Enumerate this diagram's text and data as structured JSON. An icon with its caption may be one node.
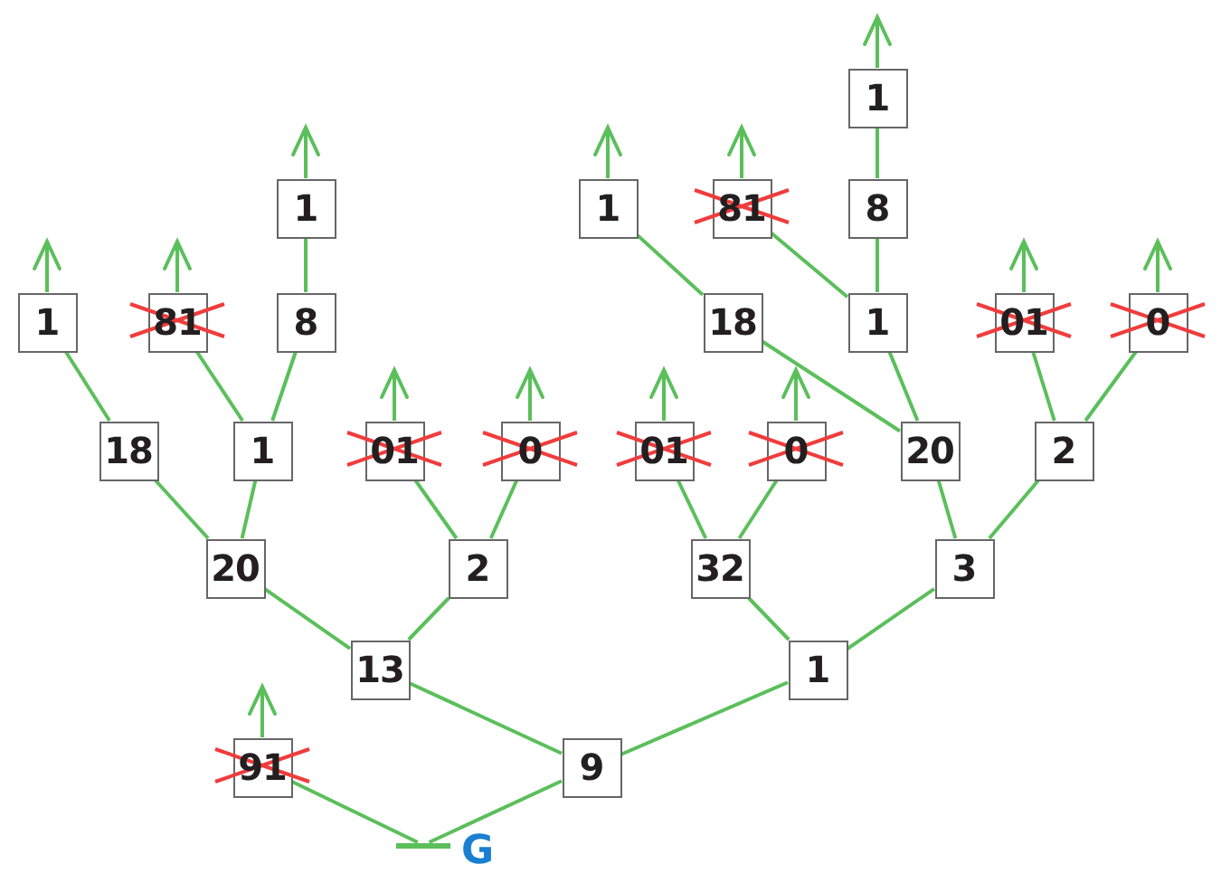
{
  "diagram": {
    "nodes": [
      {
        "text": [
          "1"
        ]
      },
      {
        "text": [
          "1"
        ]
      },
      {
        "text": [
          "1"
        ]
      },
      {
        "text": [
          "81"
        ]
      },
      {
        "text": [
          "8"
        ]
      },
      {
        "text": [
          "1"
        ]
      },
      {
        "text": [
          "81"
        ]
      },
      {
        "text": [
          "8"
        ]
      },
      {
        "text": [
          "18"
        ]
      },
      {
        "text": [
          "1"
        ]
      },
      {
        "text": [
          "01"
        ]
      },
      {
        "text": [
          "0"
        ]
      },
      {
        "text": [
          "18"
        ]
      },
      {
        "text": [
          "1"
        ]
      },
      {
        "text": [
          "01"
        ]
      },
      {
        "text": [
          "0"
        ]
      },
      {
        "text": [
          "01"
        ]
      },
      {
        "text": [
          "0"
        ]
      },
      {
        "text": [
          "20"
        ]
      },
      {
        "text": [
          "2"
        ]
      },
      {
        "text": [
          "20"
        ]
      },
      {
        "text": [
          "2"
        ]
      },
      {
        "text": [
          "32"
        ]
      },
      {
        "text": [
          "3"
        ]
      },
      {
        "text": [
          "13"
        ]
      },
      {
        "text": [
          "1"
        ]
      },
      {
        "text": [
          "91"
        ]
      },
      {
        "text": [
          "9"
        ]
      },
      {
        "text": [],
        "shape": "bar",
        "beside": [
          "G"
        ]
      }
    ],
    "edges": [
      {
        "from": 28,
        "to": 26,
        "arrow": "none"
      },
      {
        "from": 28,
        "to": 27,
        "arrow": "none"
      },
      {
        "from": 27,
        "to": 24,
        "arrow": "none"
      },
      {
        "from": 27,
        "to": 25,
        "arrow": "none"
      },
      {
        "from": 24,
        "to": 20,
        "arrow": "none"
      },
      {
        "from": 24,
        "to": 21,
        "arrow": "none"
      },
      {
        "from": 25,
        "to": 22,
        "arrow": "none"
      },
      {
        "from": 25,
        "to": 23,
        "arrow": "none"
      },
      {
        "from": 20,
        "to": 12,
        "arrow": "none"
      },
      {
        "from": 20,
        "to": 13,
        "arrow": "none"
      },
      {
        "from": 21,
        "to": 14,
        "arrow": "none"
      },
      {
        "from": 21,
        "to": 15,
        "arrow": "none"
      },
      {
        "from": 22,
        "to": 16,
        "arrow": "none"
      },
      {
        "from": 22,
        "to": 17,
        "arrow": "none"
      },
      {
        "from": 23,
        "to": 18,
        "arrow": "none"
      },
      {
        "from": 23,
        "to": 19,
        "arrow": "none"
      },
      {
        "from": 12,
        "to": 5,
        "arrow": "none"
      },
      {
        "from": 13,
        "to": 6,
        "arrow": "none"
      },
      {
        "from": 13,
        "to": 7,
        "arrow": "none"
      },
      {
        "from": 18,
        "to": 8,
        "arrow": "none"
      },
      {
        "from": 18,
        "to": 9,
        "arrow": "none"
      },
      {
        "from": 19,
        "to": 10,
        "arrow": "none"
      },
      {
        "from": 19,
        "to": 11,
        "arrow": "none"
      },
      {
        "from": 7,
        "to": 1,
        "arrow": "none"
      },
      {
        "from": 8,
        "to": 2,
        "arrow": "none"
      },
      {
        "from": 9,
        "to": 3,
        "arrow": "none"
      },
      {
        "from": 9,
        "to": 4,
        "arrow": "none"
      },
      {
        "from": 4,
        "to": 0,
        "arrow": "none"
      },
      {
        "from": 0,
        "to": null,
        "arrow": "to"
      },
      {
        "from": 1,
        "to": null,
        "arrow": "to"
      },
      {
        "from": 2,
        "to": null,
        "arrow": "to"
      },
      {
        "from": 3,
        "to": null,
        "arrow": "to"
      },
      {
        "from": 5,
        "to": null,
        "arrow": "to"
      },
      {
        "from": 6,
        "to": null,
        "arrow": "to"
      },
      {
        "from": 10,
        "to": null,
        "arrow": "to"
      },
      {
        "from": 11,
        "to": null,
        "arrow": "to"
      },
      {
        "from": 14,
        "to": null,
        "arrow": "to"
      },
      {
        "from": 15,
        "to": null,
        "arrow": "to"
      },
      {
        "from": 16,
        "to": null,
        "arrow": "to"
      },
      {
        "from": 17,
        "to": null,
        "arrow": "to"
      },
      {
        "from": 26,
        "to": null,
        "arrow": "to"
      }
    ]
  }
}
